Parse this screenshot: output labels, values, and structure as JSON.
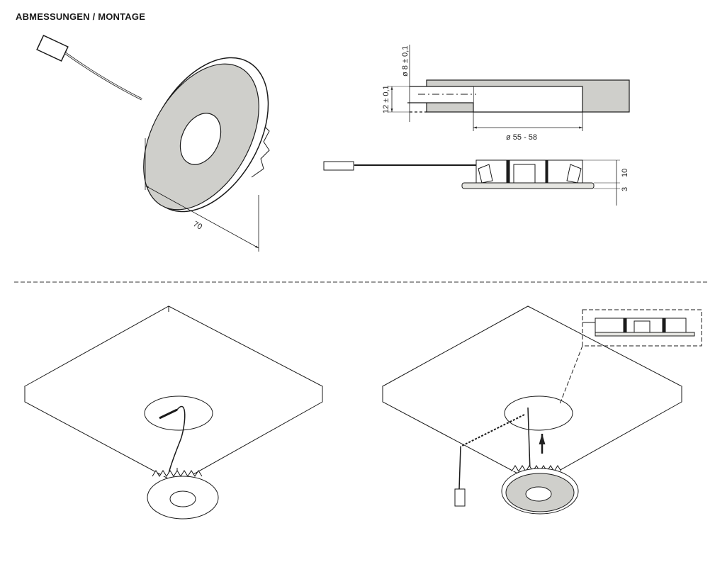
{
  "title": "ABMESSUNGEN / MONTAGE",
  "dimensions": {
    "outer_diameter": "70",
    "bore_diameter": "ø 8 ± 0,1",
    "bore_height": "12 ± 0,1",
    "cutout_diameter": "ø 55 - 58",
    "body_height": "10",
    "flange_height": "3"
  },
  "colors": {
    "fill_gray": "#cfcfcb",
    "line": "#1a1a1a"
  }
}
